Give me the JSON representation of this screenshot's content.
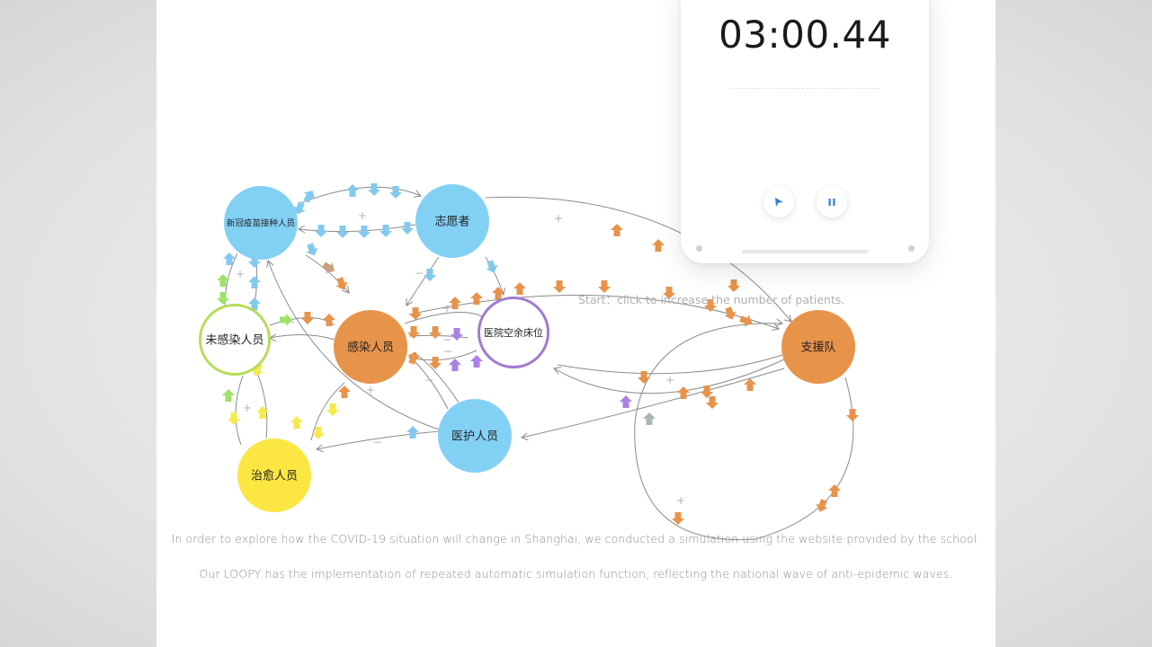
{
  "nodes": {
    "vaccinated": {
      "label": "新冠疫苗接种人员",
      "color": "#83d0f5"
    },
    "volunteers": {
      "label": "志愿者",
      "color": "#83d0f5"
    },
    "uninfected": {
      "label": "未感染人员",
      "color": "#ffffff",
      "stroke": "#b5dd57"
    },
    "infected": {
      "label": "感染人员",
      "color": "#e8934a"
    },
    "hospital_beds": {
      "label": "医院空余床位",
      "color": "#ffffff",
      "stroke": "#a07ad0"
    },
    "support_team": {
      "label": "支援队",
      "color": "#e8934a"
    },
    "medical_staff": {
      "label": "医护人员",
      "color": "#83d0f5"
    },
    "cured": {
      "label": "治愈人员",
      "color": "#fbe642"
    }
  },
  "signal_colors": {
    "blue": "#83c9ee",
    "orange": "#e8934a",
    "green": "#9ee26a",
    "yellow": "#f5e94e",
    "purple": "#a882e6",
    "gray": "#a9b4b4",
    "tan": "#c9a07c"
  },
  "start_hint": "Start：click to increase the number of patients.",
  "captions": [
    "In order to explore how the COVID-19 situation will change in Shanghai, we conducted a simulation using the website provided by the school.",
    "Our LOOPY has the implementation of repeated automatic simulation function, reflecting the national wave of anti-epidemic waves."
  ],
  "phone": {
    "timer": "03:00.44",
    "play_icon": "play-icon",
    "pause_icon": "pause-icon"
  }
}
